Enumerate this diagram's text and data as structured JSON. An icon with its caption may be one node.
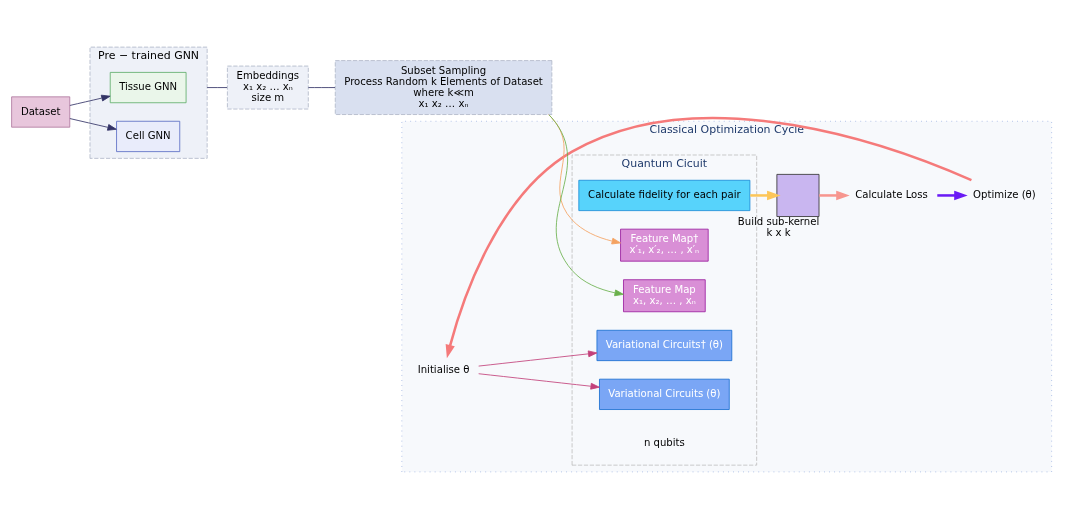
{
  "diagram": {
    "nodes": [
      {
        "text": [
          "Dataset"
        ]
      },
      {
        "text": [
          "Pre − trained GNN"
        ]
      },
      {
        "text": [
          "Tissue GNN"
        ],
        "in": 1
      },
      {
        "text": [
          "Cell GNN"
        ],
        "in": 1
      },
      {
        "text": [
          "Embeddings",
          "x₁ x₂ … xₙ",
          "size m"
        ]
      },
      {
        "text": [
          "Classical Optimization Cycle"
        ]
      },
      {
        "text": [
          "Subset Sampling",
          "Process Random k Elements of Dataset",
          "where k≪m",
          "x₁ x₂ … xₙ"
        ]
      },
      {
        "text": [
          "Quantum Cicuit"
        ],
        "in": 5
      },
      {
        "text": [
          "Calculate fidelity for each pair"
        ],
        "in": 7
      },
      {
        "text": [
          "Variational Circuits† (θ)"
        ],
        "in": 7
      },
      {
        "text": [
          "Feature Map†",
          "x′₁, x′₂, … , x′ₙ"
        ],
        "in": 7
      },
      {
        "text": [
          "Feature Map",
          "x₁, x₂, … , xₙ"
        ],
        "in": 7
      },
      {
        "text": [
          "Variational Circuits (θ)"
        ],
        "in": 7
      },
      {
        "text": [
          "Initialise θ"
        ],
        "in": 5
      },
      {
        "text": [],
        "shape": "box",
        "beside": [
          "Build sub-kernel",
          "k x k"
        ],
        "in": 5
      },
      {
        "text": [
          "Calculate Loss"
        ],
        "in": 5
      },
      {
        "text": [
          "Optimize (θ)"
        ],
        "in": 5
      }
    ],
    "edges": [
      {
        "from": 0,
        "to": 2,
        "arrow": "to"
      },
      {
        "from": 0,
        "to": 3,
        "arrow": "to"
      },
      {
        "from": 1,
        "to": 4,
        "arrow": "none"
      },
      {
        "from": 4,
        "to": 6,
        "arrow": "none"
      },
      {
        "from": 6,
        "to": 10,
        "arrow": "to",
        "color": "#f4a261"
      },
      {
        "from": 6,
        "to": 11,
        "arrow": "to",
        "color": "#6ab04c"
      },
      {
        "from": 13,
        "to": 9,
        "arrow": "to",
        "color": "#c2407a"
      },
      {
        "from": 13,
        "to": 12,
        "arrow": "to",
        "color": "#c2407a"
      },
      {
        "from": 8,
        "to": 14,
        "arrow": "to",
        "style": "thick",
        "color": "#fcc659"
      },
      {
        "from": 14,
        "to": 15,
        "arrow": "to",
        "style": "thick",
        "color": "#f7968f"
      },
      {
        "from": 15,
        "to": 16,
        "arrow": "to",
        "style": "thick",
        "color": "#6a1bf5"
      },
      {
        "from": 16,
        "to": 13,
        "arrow": "to",
        "style": "thick",
        "color": "#f57a7a"
      }
    ],
    "labels": [
      "n qubits"
    ]
  }
}
